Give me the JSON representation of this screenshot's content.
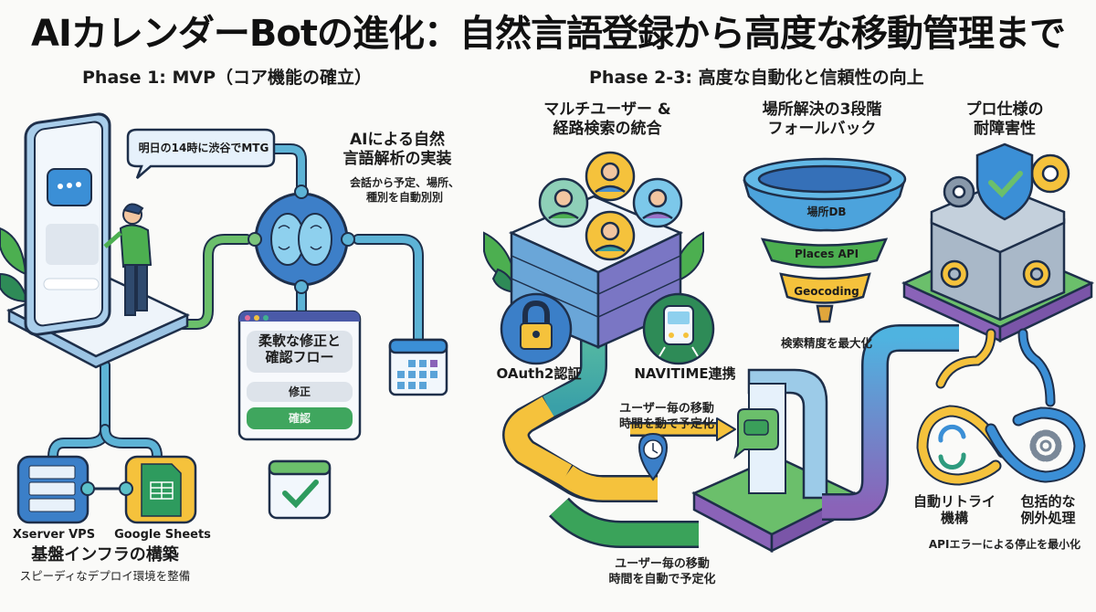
{
  "title": "AIカレンダーBotの進化：自然言語登録から高度な移動管理まで",
  "phase1": {
    "heading": "Phase 1: MVP（コア機能の確立）",
    "speech_bubble": "明日の14時に渋谷でMTG",
    "nlp": {
      "title_line1": "AIによる自然",
      "title_line2": "言語解析の実装",
      "desc_line1": "会話から予定、場所、",
      "desc_line2": "種別を自動別別"
    },
    "confirm_window": {
      "title_line1": "柔軟な修正と",
      "title_line2": "確認フロー",
      "edit_button": "修正",
      "confirm_button": "確認"
    },
    "infra": {
      "server_label": "Xserver VPS",
      "sheets_label": "Google Sheets",
      "title": "基盤インフラの構築",
      "desc": "スピーディなデプロイ環境を整備"
    }
  },
  "phase23": {
    "heading": "Phase 2-3: 高度な自動化と信頼性の向上",
    "multiuser": {
      "title_line1": "マルチユーザー &",
      "title_line2": "経路検索の統合",
      "oauth_label": "OAuth2認証",
      "navitime_label": "NAVITIME連携",
      "travel_line1": "ユーザー毎の移動",
      "travel_line2": "時間を動で予定化"
    },
    "fallback": {
      "title_line1": "場所解決の3段階",
      "title_line2": "フォールバック",
      "tiers": [
        "場所DB",
        "Places API",
        "Geocoding"
      ],
      "desc": "検索精度を最大化"
    },
    "resilience": {
      "title_line1": "プロ仕様の",
      "title_line2": "耐障害性",
      "retry_line1": "自動リトライ",
      "retry_line2": "機構",
      "exception_line1": "包括的な",
      "exception_line2": "例外処理",
      "desc": "APIエラーによる停止を最小化"
    },
    "bottom_caption_line1": "ユーザー毎の移動",
    "bottom_caption_line2": "時間を自動で予定化"
  },
  "colors": {
    "blue": "#3b8fd6",
    "green": "#4caf50",
    "yellow": "#f5c23c",
    "purple": "#8a63b8",
    "outline": "#1e2f4a"
  }
}
